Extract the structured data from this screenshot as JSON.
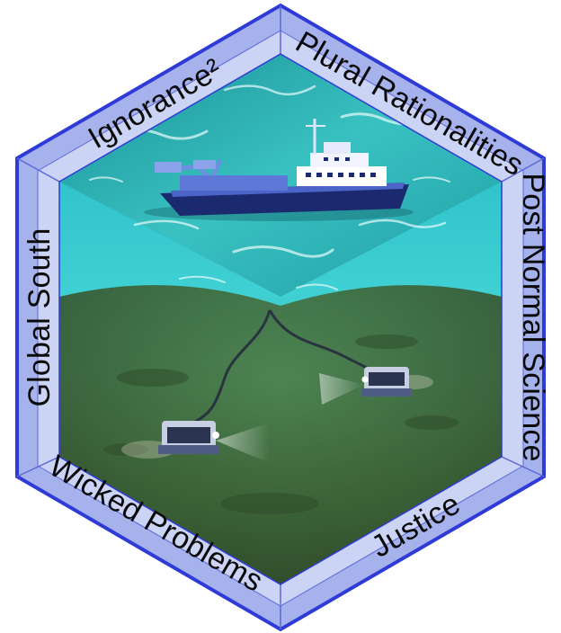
{
  "labels": {
    "top_left": "Ignorance²",
    "top_right": "Plural Rationalities",
    "right": "Post Normal Science",
    "bottom_right": "Justice",
    "bottom_left": "Wicked Problems",
    "left": "Global South"
  },
  "colors": {
    "frame_outer": "#2f3bd6",
    "frame_fill": "#a6b2ec",
    "frame_light": "#ccd4f6",
    "ocean_surface": "#2bb3b5",
    "water_column": "#35c9cf",
    "seabed": "#3d6a3c",
    "ship_hull": "#1b2a6e"
  },
  "icons": {
    "ship": "research-vessel-icon",
    "rov_left": "seabed-mining-vehicle-icon",
    "rov_right": "seabed-mining-vehicle-icon"
  }
}
